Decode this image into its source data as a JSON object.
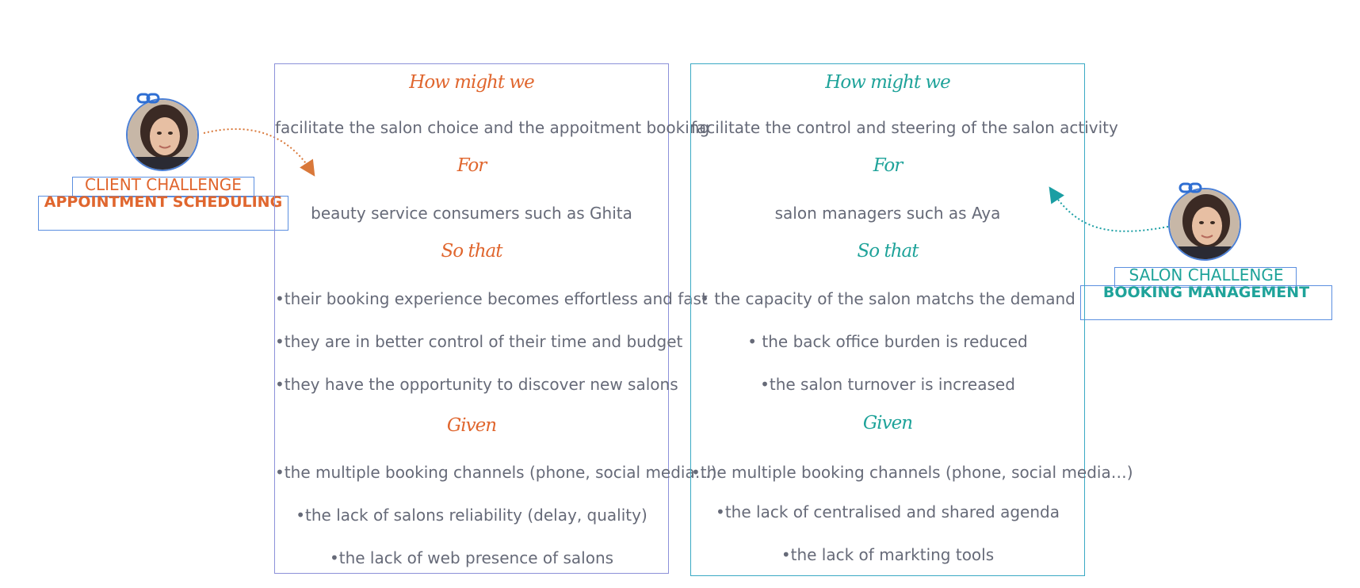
{
  "client": {
    "title": "CLIENT CHALLENGE",
    "subtitle": "APPOINTMENT SCHEDULING",
    "color": "#e0662e"
  },
  "salon": {
    "title": "SALON CHALLENGE",
    "subtitle": "BOOKING MANAGEMENT",
    "color": "#1fa39a"
  },
  "left_card": {
    "hmw_heading": "How might we",
    "hmw_text": "facilitate the salon choice and the appoitment booking",
    "for_heading": "For",
    "for_text": "beauty service consumers such as Ghita",
    "so_that_heading": "So that",
    "so_that_items": [
      "•their booking experience becomes effortless and fast",
      "•they are in better control of their time and budget",
      "•they have the opportunity to discover new salons"
    ],
    "given_heading": "Given",
    "given_items": [
      "•the multiple booking channels (phone, social media…)",
      "•the lack of salons reliability (delay, quality)",
      "•the lack of web presence of salons"
    ]
  },
  "right_card": {
    "hmw_heading": "How might we",
    "hmw_text": "facilitate the control and steering of the salon activity",
    "for_heading": "For",
    "for_text": "salon managers such as Aya",
    "so_that_heading": "So that",
    "so_that_items": [
      "• the capacity of the salon matchs the demand",
      "• the back office burden is reduced",
      "•the salon turnover is increased"
    ],
    "given_heading": "Given",
    "given_items": [
      "•the multiple booking channels (phone, social media…)",
      "•the lack of centralised and shared agenda",
      "•the lack of markting tools"
    ]
  }
}
